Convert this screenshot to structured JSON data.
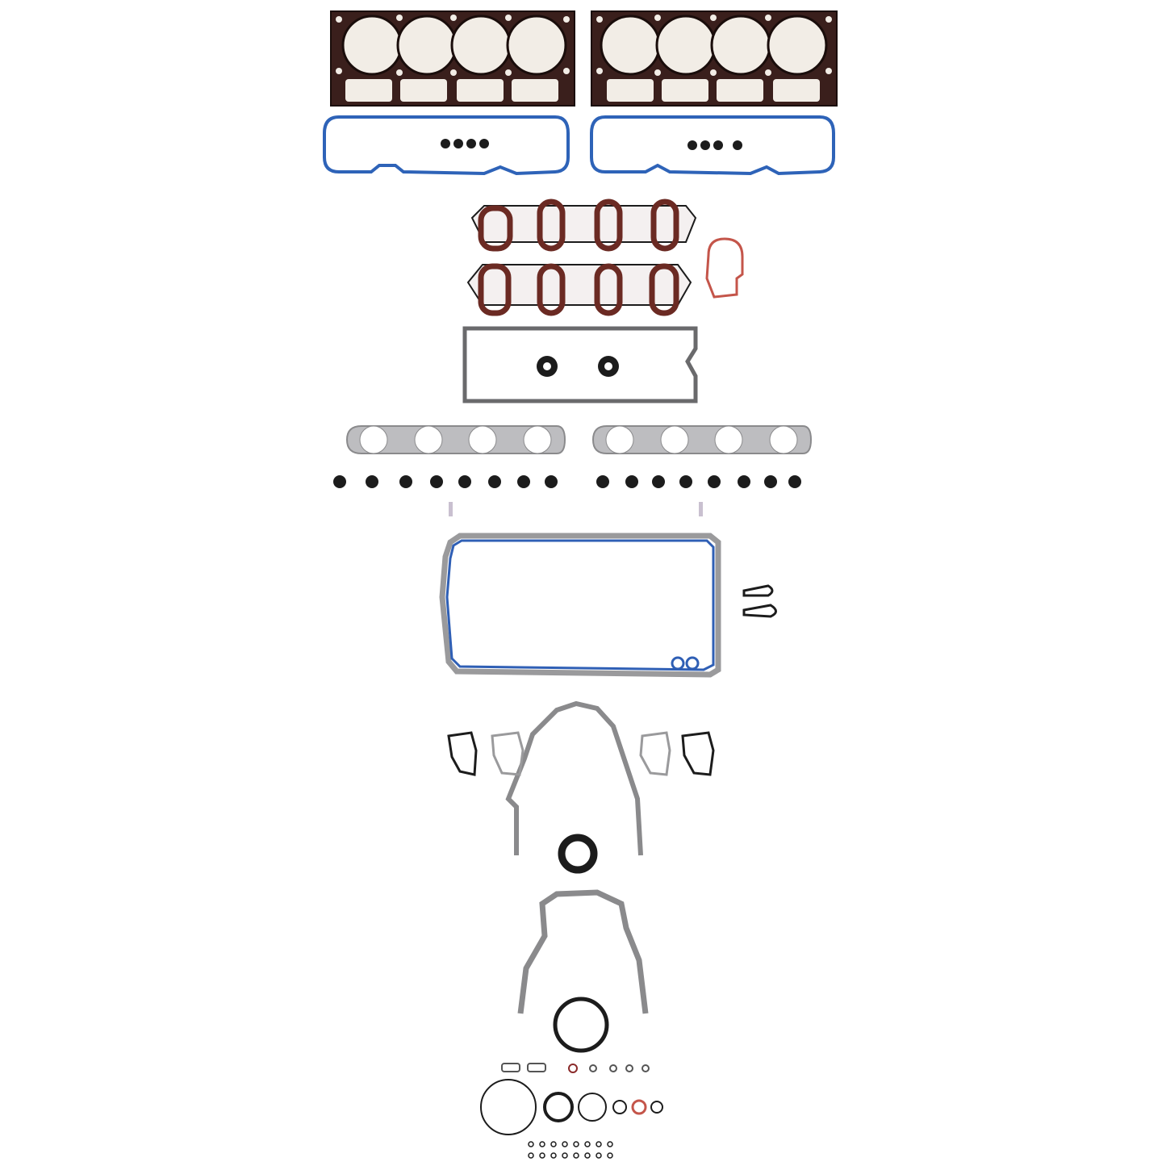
{
  "image": {
    "subject": "engine-full-gasket-set",
    "background": "#ffffff"
  },
  "colors": {
    "head_gasket_body": "#3a1f1c",
    "head_gasket_edge": "#f2ede6",
    "valve_cover_gasket": "#2e63b8",
    "intake_gasket": "#6b2a23",
    "black_seal": "#1c1c1c",
    "exhaust_gasket": "#bdbdc0",
    "steel_gasket": "#9a9a9c",
    "oil_pan_gasket": "#2f5fb5",
    "red_seal": "#c4554a"
  },
  "parts": {
    "head_gaskets": 2,
    "valve_cover_gaskets": 2,
    "valve_cover_grommets_per_cover": 4,
    "intake_manifold_gaskets": 2,
    "throttle_body_gasket": 1,
    "valley_cover_gasket": 1,
    "exhaust_manifold_gaskets": 2,
    "valve_stem_seals": 16,
    "oil_pan_gasket": 1,
    "front_cover_gasket": 1,
    "rear_cover_gasket": 1,
    "crank_seals": 2
  }
}
